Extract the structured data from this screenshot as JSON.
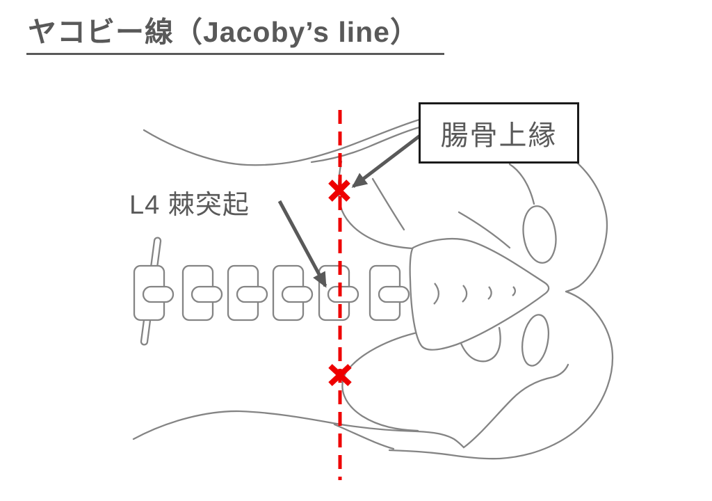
{
  "title": {
    "text": "ヤコビー線（Jacoby’s line）"
  },
  "labels": {
    "iliac_crest": "腸骨上縁",
    "l4_spinous_process": "L4 棘突起"
  },
  "colors": {
    "background": "#ffffff",
    "outline_gray": "#848484",
    "text_gray": "#595959",
    "arrow_gray": "#595959",
    "marker_red": "#ee0000",
    "label_box_border": "#1a1a1a"
  }
}
